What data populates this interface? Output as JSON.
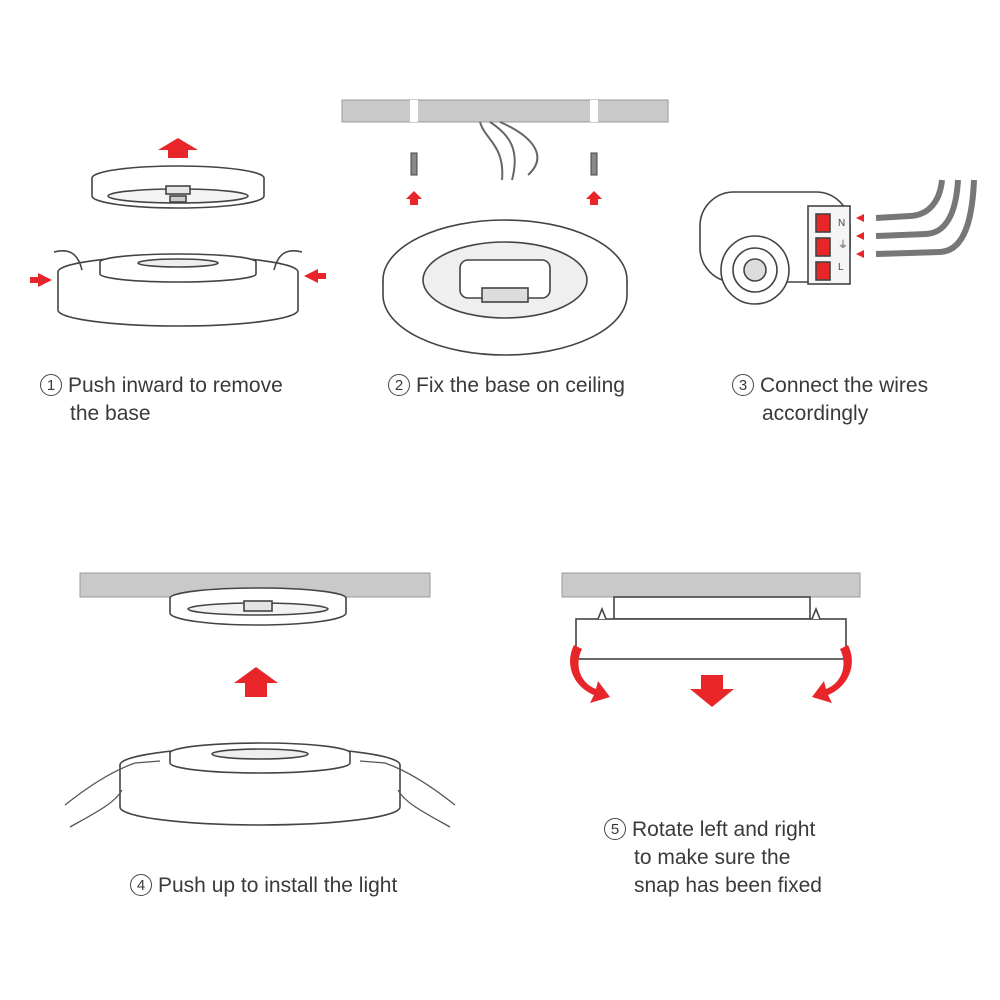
{
  "colors": {
    "arrow": "#e8262a",
    "ceiling": "#c9c9c9",
    "stroke": "#444444",
    "terminal": "#e8262a"
  },
  "steps": [
    {
      "number": "1",
      "lines": [
        "Push inward to remove",
        "the base"
      ]
    },
    {
      "number": "2",
      "lines": [
        "Fix the base on ceiling"
      ]
    },
    {
      "number": "3",
      "lines": [
        "Connect the wires",
        "accordingly"
      ]
    },
    {
      "number": "4",
      "lines": [
        "Push up to install the light"
      ]
    },
    {
      "number": "5",
      "lines": [
        "Rotate left and right",
        "to make sure the",
        "snap has been fixed"
      ]
    }
  ],
  "terminal_labels": [
    "N",
    "⏚",
    "L"
  ]
}
